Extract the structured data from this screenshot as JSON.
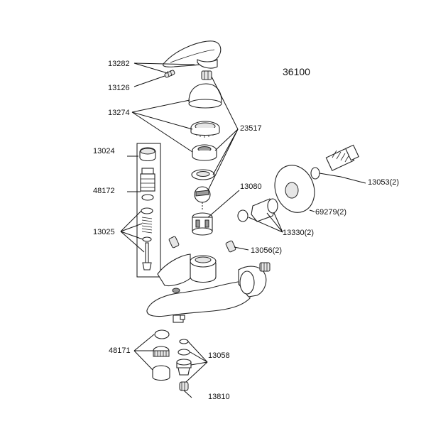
{
  "diagram": {
    "model_number": "36100",
    "part_labels": {
      "p13282": "13282",
      "p13126": "13126",
      "p13274": "13274",
      "p23517": "23517",
      "p13024": "13024",
      "p48172": "48172",
      "p13025": "13025",
      "p13080": "13080",
      "p13053": "13053(2)",
      "p69279": "69279(2)",
      "p13330": "13330(2)",
      "p13056": "13056(2)",
      "p48171": "48171",
      "p13058": "13058",
      "p13810": "13810"
    }
  }
}
